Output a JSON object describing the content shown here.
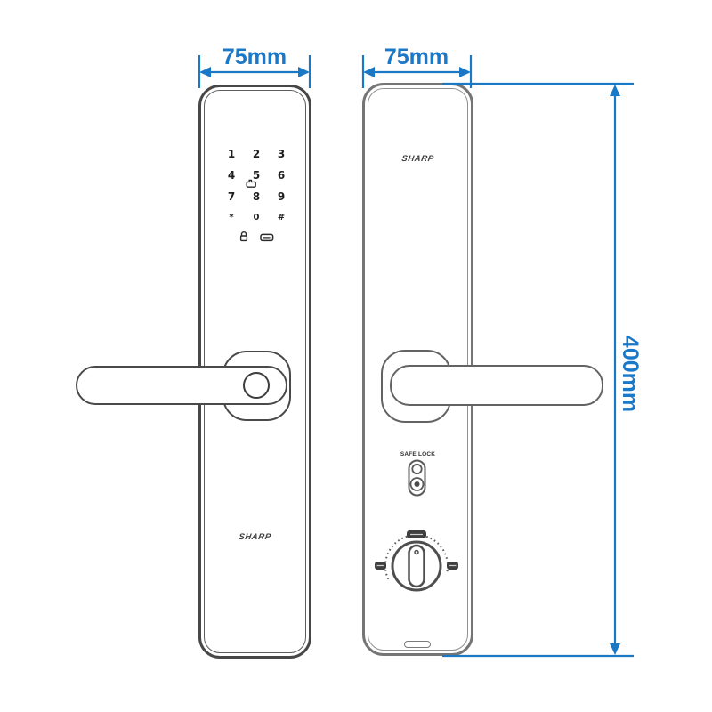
{
  "page": {
    "background": "#ffffff",
    "description_labels": {}
  },
  "dimensions": {
    "front_width_label": "75mm",
    "back_width_label": "75mm",
    "height_label": "400mm"
  },
  "front_view": {
    "brand_label": "SHARP",
    "keypad": {
      "rows": [
        [
          "1",
          "2",
          "3"
        ],
        [
          "4",
          "5",
          "6"
        ],
        [
          "7",
          "8",
          "9"
        ],
        [
          "*",
          "0",
          "#"
        ]
      ],
      "icons": [
        "touch-icon",
        "padlock-icon",
        "card-icon"
      ]
    }
  },
  "back_view": {
    "brand_label": "SHARP",
    "safe_lock_label": "SAFE LOCK",
    "controls": [
      "safe-lock-toggle",
      "thumbturn-knob",
      "usb-slot"
    ]
  },
  "colors": {
    "dimension_blue": "#1b78c5",
    "front_outline": "#474747",
    "back_outline": "#757575",
    "keypad_text": "#1f1f1f"
  }
}
